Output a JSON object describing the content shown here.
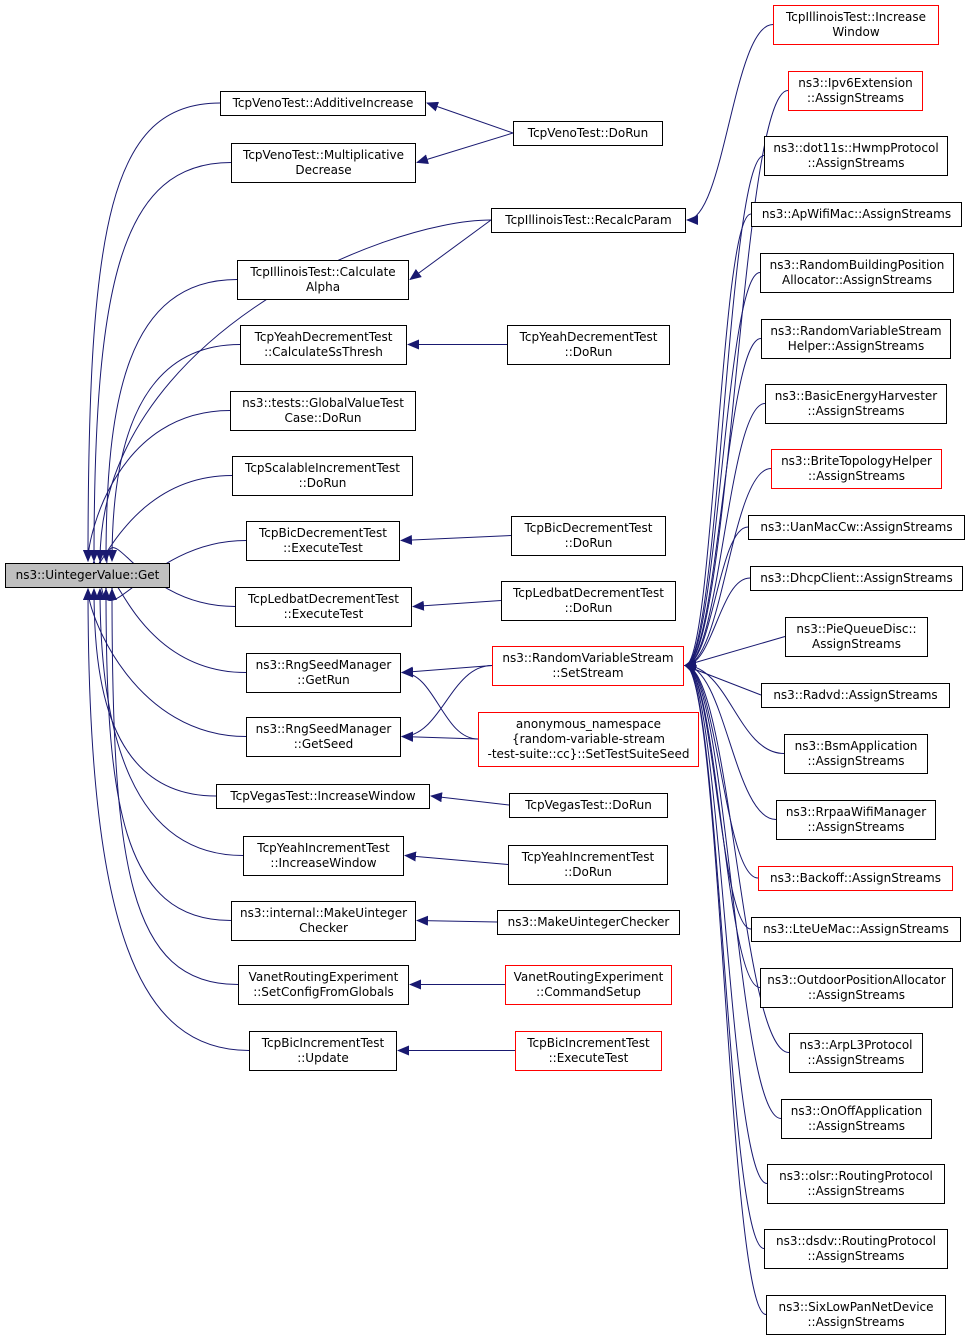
{
  "colors": {
    "edge": "#191970",
    "border_normal": "#000000",
    "border_truncated": "#ff0000",
    "root_fill": "#bfbfbf",
    "node_fill": "#ffffff"
  },
  "nodes": [
    {
      "id": "root",
      "lines": [
        "ns3::UintegerValue::Get"
      ],
      "style": "root"
    },
    {
      "id": "c1",
      "lines": [
        "TcpVenoTest::AdditiveIncrease"
      ],
      "style": "normal"
    },
    {
      "id": "c2",
      "lines": [
        "TcpVenoTest::Multiplicative",
        "Decrease"
      ],
      "style": "normal"
    },
    {
      "id": "c3",
      "lines": [
        "TcpIllinoisTest::Calculate",
        "Alpha"
      ],
      "style": "normal"
    },
    {
      "id": "c4",
      "lines": [
        "TcpYeahDecrementTest",
        "::CalculateSsThresh"
      ],
      "style": "normal"
    },
    {
      "id": "c5",
      "lines": [
        "ns3::tests::GlobalValueTest",
        "Case::DoRun"
      ],
      "style": "normal"
    },
    {
      "id": "c6",
      "lines": [
        "TcpScalableIncrementTest",
        "::DoRun"
      ],
      "style": "normal"
    },
    {
      "id": "c7",
      "lines": [
        "TcpBicDecrementTest",
        "::ExecuteTest"
      ],
      "style": "normal"
    },
    {
      "id": "c8",
      "lines": [
        "TcpLedbatDecrementTest",
        "::ExecuteTest"
      ],
      "style": "normal"
    },
    {
      "id": "c9",
      "lines": [
        "ns3::RngSeedManager",
        "::GetRun"
      ],
      "style": "normal"
    },
    {
      "id": "c10",
      "lines": [
        "ns3::RngSeedManager",
        "::GetSeed"
      ],
      "style": "normal"
    },
    {
      "id": "c11",
      "lines": [
        "TcpVegasTest::IncreaseWindow"
      ],
      "style": "normal"
    },
    {
      "id": "c12",
      "lines": [
        "TcpYeahIncrementTest",
        "::IncreaseWindow"
      ],
      "style": "normal"
    },
    {
      "id": "c13",
      "lines": [
        "ns3::internal::MakeUinteger",
        "Checker"
      ],
      "style": "normal"
    },
    {
      "id": "c14",
      "lines": [
        "VanetRoutingExperiment",
        "::SetConfigFromGlobals"
      ],
      "style": "normal"
    },
    {
      "id": "c15",
      "lines": [
        "TcpBicIncrementTest",
        "::Update"
      ],
      "style": "normal"
    },
    {
      "id": "d1",
      "lines": [
        "TcpVenoTest::DoRun"
      ],
      "style": "normal"
    },
    {
      "id": "d2",
      "lines": [
        "TcpIllinoisTest::RecalcParam"
      ],
      "style": "normal"
    },
    {
      "id": "d3",
      "lines": [
        "TcpYeahDecrementTest",
        "::DoRun"
      ],
      "style": "normal"
    },
    {
      "id": "d4",
      "lines": [
        "TcpBicDecrementTest",
        "::DoRun"
      ],
      "style": "normal"
    },
    {
      "id": "d5",
      "lines": [
        "TcpLedbatDecrementTest",
        "::DoRun"
      ],
      "style": "normal"
    },
    {
      "id": "d6",
      "lines": [
        "ns3::RandomVariableStream",
        "::SetStream"
      ],
      "style": "truncated"
    },
    {
      "id": "d7",
      "lines": [
        "anonymous_namespace",
        "{random-variable-stream",
        "-test-suite::cc}::SetTestSuiteSeed"
      ],
      "style": "truncated"
    },
    {
      "id": "d8",
      "lines": [
        "TcpVegasTest::DoRun"
      ],
      "style": "normal"
    },
    {
      "id": "d9",
      "lines": [
        "TcpYeahIncrementTest",
        "::DoRun"
      ],
      "style": "normal"
    },
    {
      "id": "d10",
      "lines": [
        "ns3::MakeUintegerChecker"
      ],
      "style": "normal"
    },
    {
      "id": "d11",
      "lines": [
        "VanetRoutingExperiment",
        "::CommandSetup"
      ],
      "style": "truncated"
    },
    {
      "id": "d12",
      "lines": [
        "TcpBicIncrementTest",
        "::ExecuteTest"
      ],
      "style": "truncated"
    },
    {
      "id": "e1",
      "lines": [
        "TcpIllinoisTest::Increase",
        "Window"
      ],
      "style": "truncated"
    },
    {
      "id": "e2",
      "lines": [
        "ns3::Ipv6Extension",
        "::AssignStreams"
      ],
      "style": "truncated"
    },
    {
      "id": "e3",
      "lines": [
        "ns3::dot11s::HwmpProtocol",
        "::AssignStreams"
      ],
      "style": "normal"
    },
    {
      "id": "e4",
      "lines": [
        "ns3::ApWifiMac::AssignStreams"
      ],
      "style": "normal"
    },
    {
      "id": "e5",
      "lines": [
        "ns3::RandomBuildingPosition",
        "Allocator::AssignStreams"
      ],
      "style": "normal"
    },
    {
      "id": "e6",
      "lines": [
        "ns3::RandomVariableStream",
        "Helper::AssignStreams"
      ],
      "style": "normal"
    },
    {
      "id": "e7",
      "lines": [
        "ns3::BasicEnergyHarvester",
        "::AssignStreams"
      ],
      "style": "normal"
    },
    {
      "id": "e8",
      "lines": [
        "ns3::BriteTopologyHelper",
        "::AssignStreams"
      ],
      "style": "truncated"
    },
    {
      "id": "e9",
      "lines": [
        "ns3::UanMacCw::AssignStreams"
      ],
      "style": "normal"
    },
    {
      "id": "e10",
      "lines": [
        "ns3::DhcpClient::AssignStreams"
      ],
      "style": "normal"
    },
    {
      "id": "e11",
      "lines": [
        "ns3::PieQueueDisc::",
        "AssignStreams"
      ],
      "style": "normal"
    },
    {
      "id": "e12",
      "lines": [
        "ns3::Radvd::AssignStreams"
      ],
      "style": "normal"
    },
    {
      "id": "e13",
      "lines": [
        "ns3::BsmApplication",
        "::AssignStreams"
      ],
      "style": "normal"
    },
    {
      "id": "e14",
      "lines": [
        "ns3::RrpaaWifiManager",
        "::AssignStreams"
      ],
      "style": "normal"
    },
    {
      "id": "e15",
      "lines": [
        "ns3::Backoff::AssignStreams"
      ],
      "style": "truncated"
    },
    {
      "id": "e16",
      "lines": [
        "ns3::LteUeMac::AssignStreams"
      ],
      "style": "normal"
    },
    {
      "id": "e17",
      "lines": [
        "ns3::OutdoorPositionAllocator",
        "::AssignStreams"
      ],
      "style": "normal"
    },
    {
      "id": "e18",
      "lines": [
        "ns3::ArpL3Protocol",
        "::AssignStreams"
      ],
      "style": "normal"
    },
    {
      "id": "e19",
      "lines": [
        "ns3::OnOffApplication",
        "::AssignStreams"
      ],
      "style": "normal"
    },
    {
      "id": "e20",
      "lines": [
        "ns3::olsr::RoutingProtocol",
        "::AssignStreams"
      ],
      "style": "normal"
    },
    {
      "id": "e21",
      "lines": [
        "ns3::dsdv::RoutingProtocol",
        "::AssignStreams"
      ],
      "style": "normal"
    },
    {
      "id": "e22",
      "lines": [
        "ns3::SixLowPanNetDevice",
        "::AssignStreams"
      ],
      "style": "normal"
    }
  ],
  "edges": [
    {
      "from": "c1",
      "to": "root"
    },
    {
      "from": "c2",
      "to": "root"
    },
    {
      "from": "d2",
      "to": "root"
    },
    {
      "from": "c3",
      "to": "root"
    },
    {
      "from": "c4",
      "to": "root"
    },
    {
      "from": "c5",
      "to": "root"
    },
    {
      "from": "c6",
      "to": "root"
    },
    {
      "from": "c7",
      "to": "root"
    },
    {
      "from": "c8",
      "to": "root"
    },
    {
      "from": "c9",
      "to": "root"
    },
    {
      "from": "c10",
      "to": "root"
    },
    {
      "from": "c11",
      "to": "root"
    },
    {
      "from": "c12",
      "to": "root"
    },
    {
      "from": "c13",
      "to": "root"
    },
    {
      "from": "c14",
      "to": "root"
    },
    {
      "from": "c15",
      "to": "root"
    },
    {
      "from": "d1",
      "to": "c1"
    },
    {
      "from": "d1",
      "to": "c2"
    },
    {
      "from": "d2",
      "to": "c3"
    },
    {
      "from": "d3",
      "to": "c4"
    },
    {
      "from": "d4",
      "to": "c7"
    },
    {
      "from": "d5",
      "to": "c8"
    },
    {
      "from": "d6",
      "to": "c9"
    },
    {
      "from": "d6",
      "to": "c10"
    },
    {
      "from": "d7",
      "to": "c9"
    },
    {
      "from": "d7",
      "to": "c10"
    },
    {
      "from": "d8",
      "to": "c11"
    },
    {
      "from": "d9",
      "to": "c12"
    },
    {
      "from": "d10",
      "to": "c13"
    },
    {
      "from": "d11",
      "to": "c14"
    },
    {
      "from": "d12",
      "to": "c15"
    },
    {
      "from": "e1",
      "to": "d2"
    },
    {
      "from": "e2",
      "to": "d6"
    },
    {
      "from": "e3",
      "to": "d6"
    },
    {
      "from": "e4",
      "to": "d6"
    },
    {
      "from": "e5",
      "to": "d6"
    },
    {
      "from": "e6",
      "to": "d6"
    },
    {
      "from": "e7",
      "to": "d6"
    },
    {
      "from": "e8",
      "to": "d6"
    },
    {
      "from": "e9",
      "to": "d6"
    },
    {
      "from": "e10",
      "to": "d6"
    },
    {
      "from": "e11",
      "to": "d6"
    },
    {
      "from": "e12",
      "to": "d6"
    },
    {
      "from": "e13",
      "to": "d6"
    },
    {
      "from": "e14",
      "to": "d6"
    },
    {
      "from": "e15",
      "to": "d6"
    },
    {
      "from": "e16",
      "to": "d6"
    },
    {
      "from": "e17",
      "to": "d6"
    },
    {
      "from": "e18",
      "to": "d6"
    },
    {
      "from": "e19",
      "to": "d6"
    },
    {
      "from": "e20",
      "to": "d6"
    },
    {
      "from": "e21",
      "to": "d6"
    },
    {
      "from": "e22",
      "to": "d6"
    }
  ]
}
